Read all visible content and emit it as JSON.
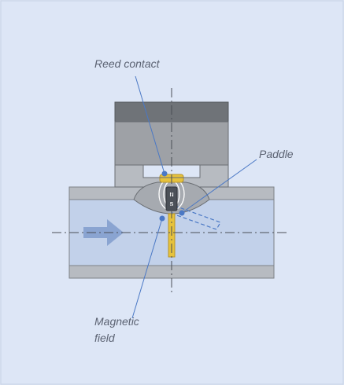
{
  "labels": {
    "reed_contact": "Reed contact",
    "paddle": "Paddle",
    "magnetic_line1": "Magnetic",
    "magnetic_line2": "field"
  },
  "magnet": {
    "north": "N",
    "south": "S"
  },
  "colors": {
    "background": "#dde6f6",
    "housing": "#9ea1a6",
    "housing_top": "#6f7378",
    "pipe": "#b7bbc1",
    "fluid": "#c2d1ea",
    "arrow": "#8aa4d1",
    "brass": "#e6c23c",
    "leader": "#4a78c5"
  },
  "icons": {
    "flow": "flow-arrow-icon",
    "magnet": "magnet-icon"
  }
}
